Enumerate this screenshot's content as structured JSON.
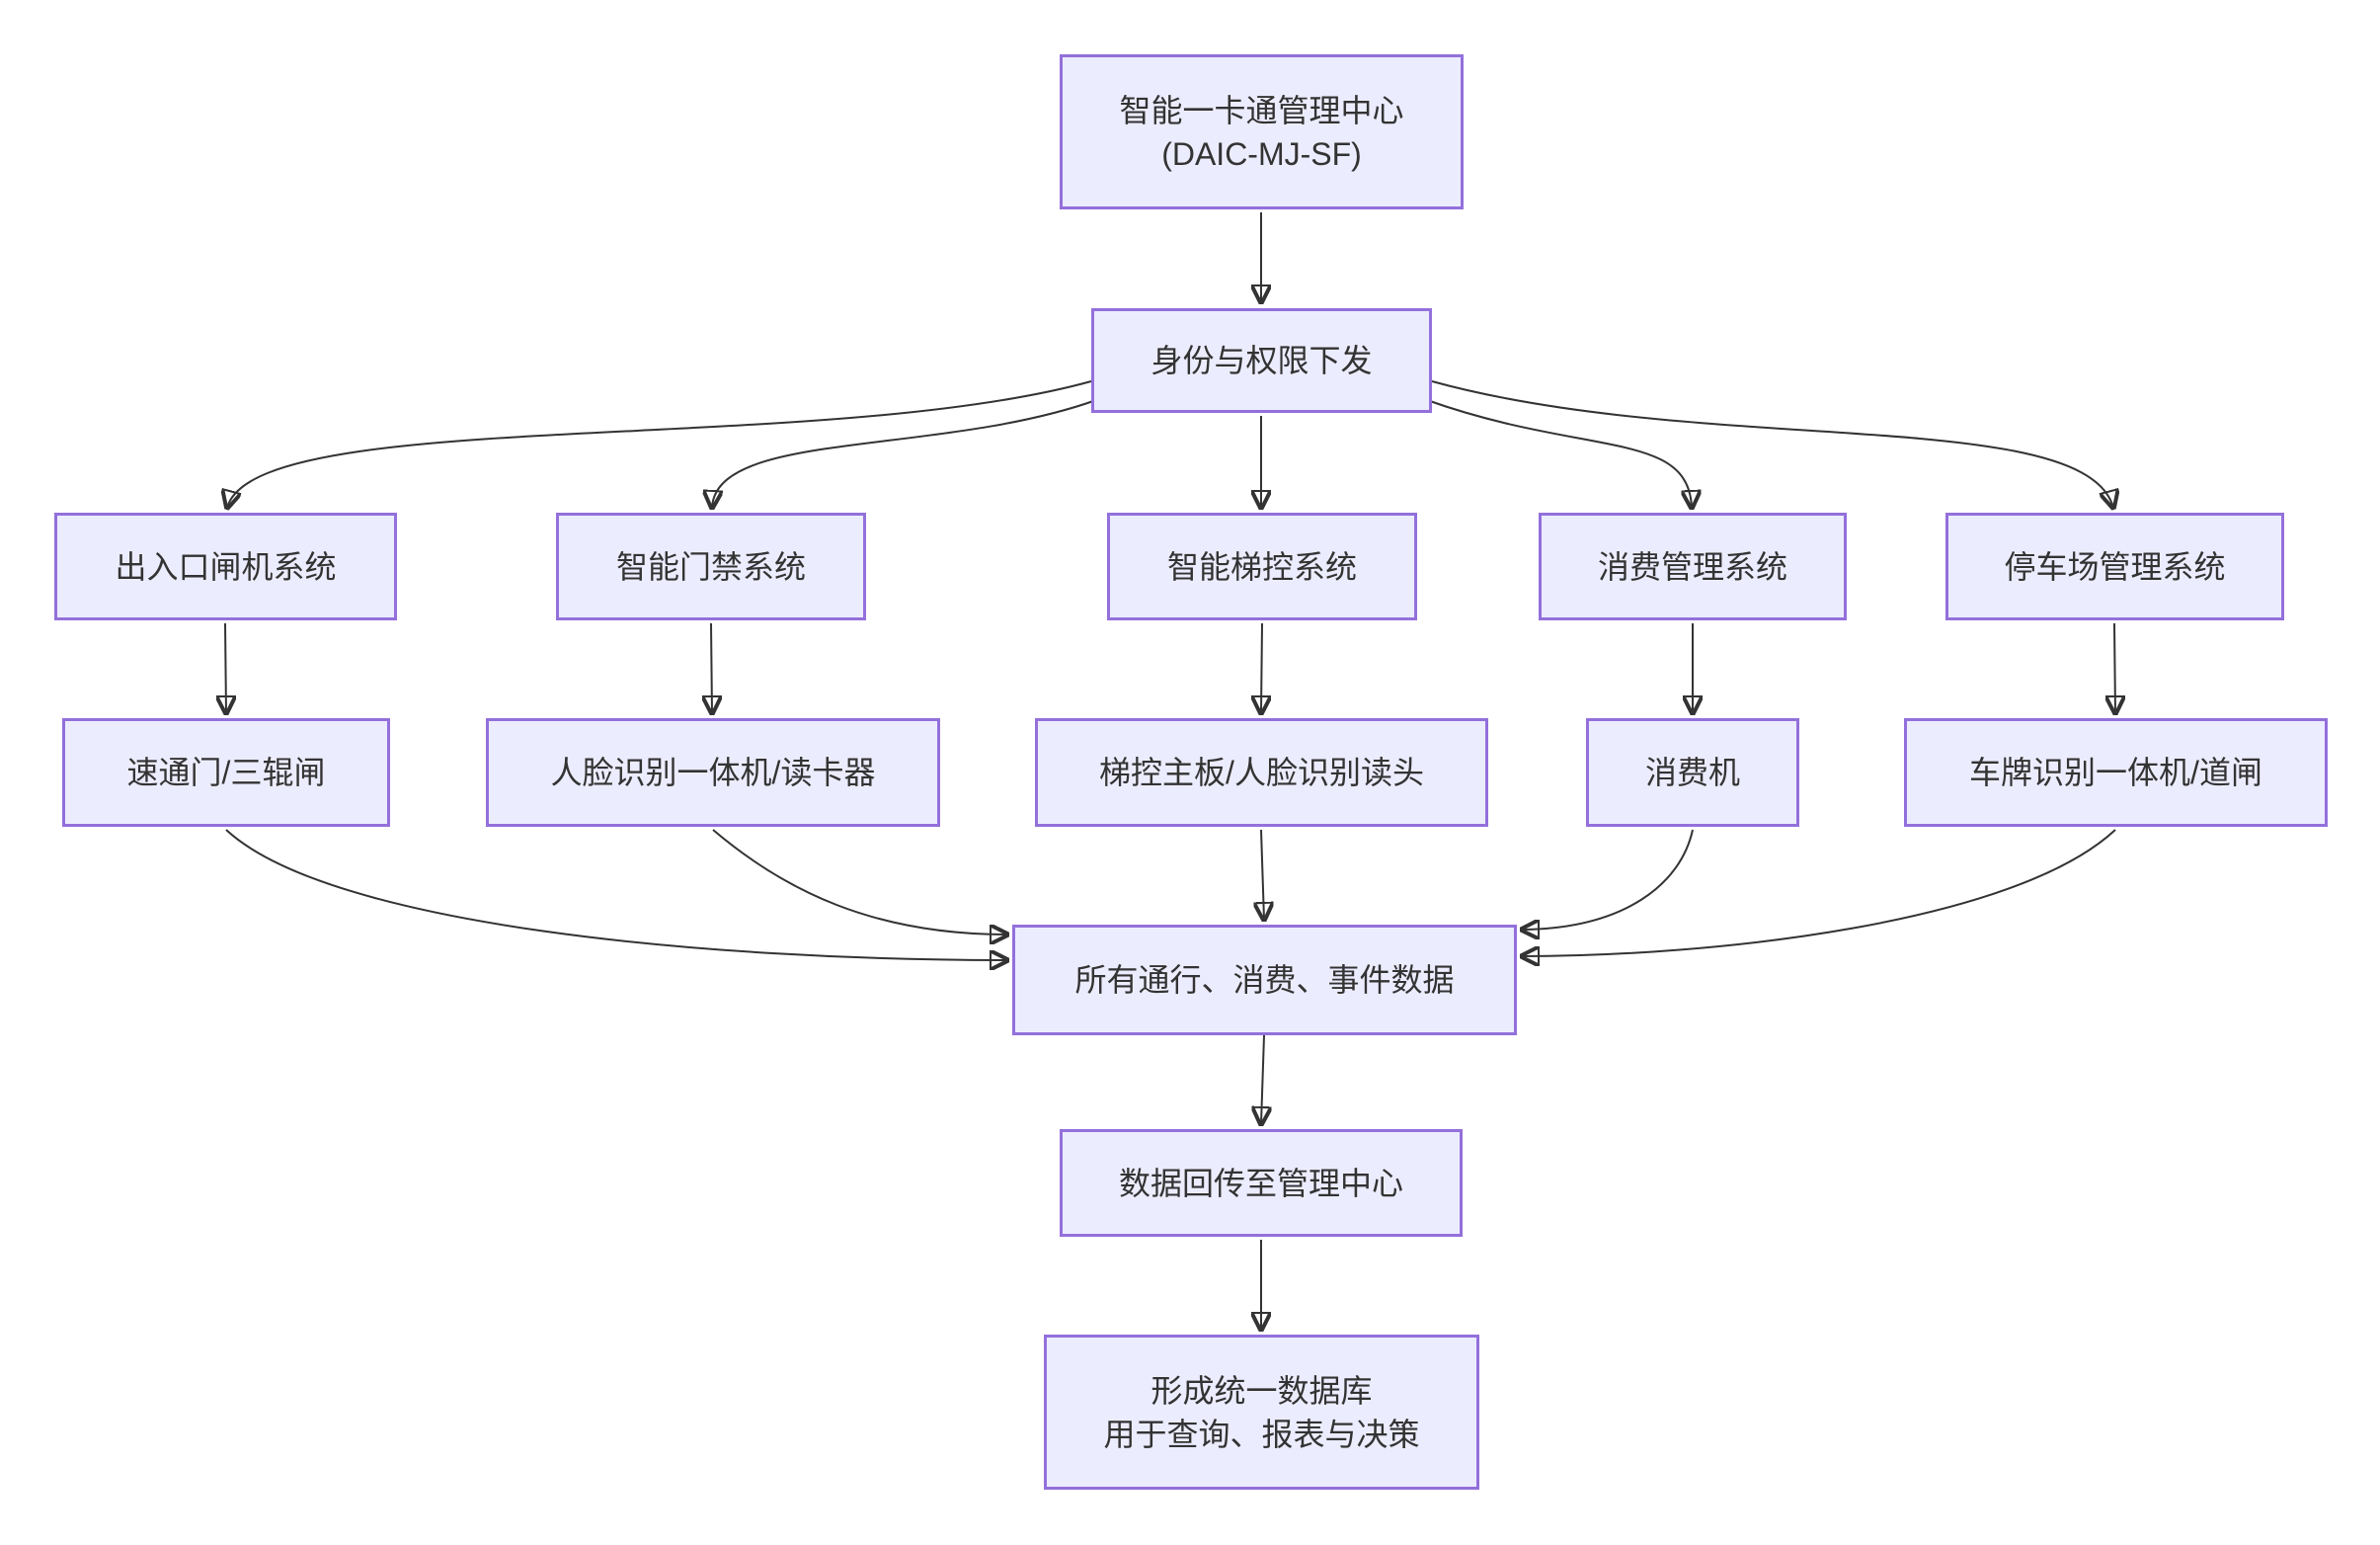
{
  "diagram": {
    "type": "flowchart",
    "direction": "top-down",
    "colors": {
      "node_fill": "#ECECFF",
      "node_border": "#9370DB",
      "edge_stroke": "#333333",
      "text": "#333333",
      "background": "#FFFFFF"
    },
    "nodes": [
      {
        "id": "A",
        "label_line1": "智能一卡通管理中心",
        "label_line2": "(DAIC-MJ-SF)"
      },
      {
        "id": "B",
        "label": "身份与权限下发"
      },
      {
        "id": "C1",
        "label": "出入口闸机系统"
      },
      {
        "id": "C2",
        "label": "智能门禁系统"
      },
      {
        "id": "C3",
        "label": "智能梯控系统"
      },
      {
        "id": "C4",
        "label": "消费管理系统"
      },
      {
        "id": "C5",
        "label": "停车场管理系统"
      },
      {
        "id": "D1",
        "label": "速通门/三辊闸"
      },
      {
        "id": "D2",
        "label": "人脸识别一体机/读卡器"
      },
      {
        "id": "D3",
        "label": "梯控主板/人脸识别读头"
      },
      {
        "id": "D4",
        "label": "消费机"
      },
      {
        "id": "D5",
        "label": "车牌识别一体机/道闸"
      },
      {
        "id": "E",
        "label": "所有通行、消费、事件数据"
      },
      {
        "id": "F",
        "label": "数据回传至管理中心"
      },
      {
        "id": "G",
        "label_line1": "形成统一数据库",
        "label_line2": "用于查询、报表与决策"
      }
    ],
    "edges": [
      {
        "from": "A",
        "to": "B"
      },
      {
        "from": "B",
        "to": "C1"
      },
      {
        "from": "B",
        "to": "C2"
      },
      {
        "from": "B",
        "to": "C3"
      },
      {
        "from": "B",
        "to": "C4"
      },
      {
        "from": "B",
        "to": "C5"
      },
      {
        "from": "C1",
        "to": "D1"
      },
      {
        "from": "C2",
        "to": "D2"
      },
      {
        "from": "C3",
        "to": "D3"
      },
      {
        "from": "C4",
        "to": "D4"
      },
      {
        "from": "C5",
        "to": "D5"
      },
      {
        "from": "D1",
        "to": "E"
      },
      {
        "from": "D2",
        "to": "E"
      },
      {
        "from": "D3",
        "to": "E"
      },
      {
        "from": "D4",
        "to": "E"
      },
      {
        "from": "D5",
        "to": "E"
      },
      {
        "from": "E",
        "to": "F"
      },
      {
        "from": "F",
        "to": "G"
      }
    ]
  }
}
